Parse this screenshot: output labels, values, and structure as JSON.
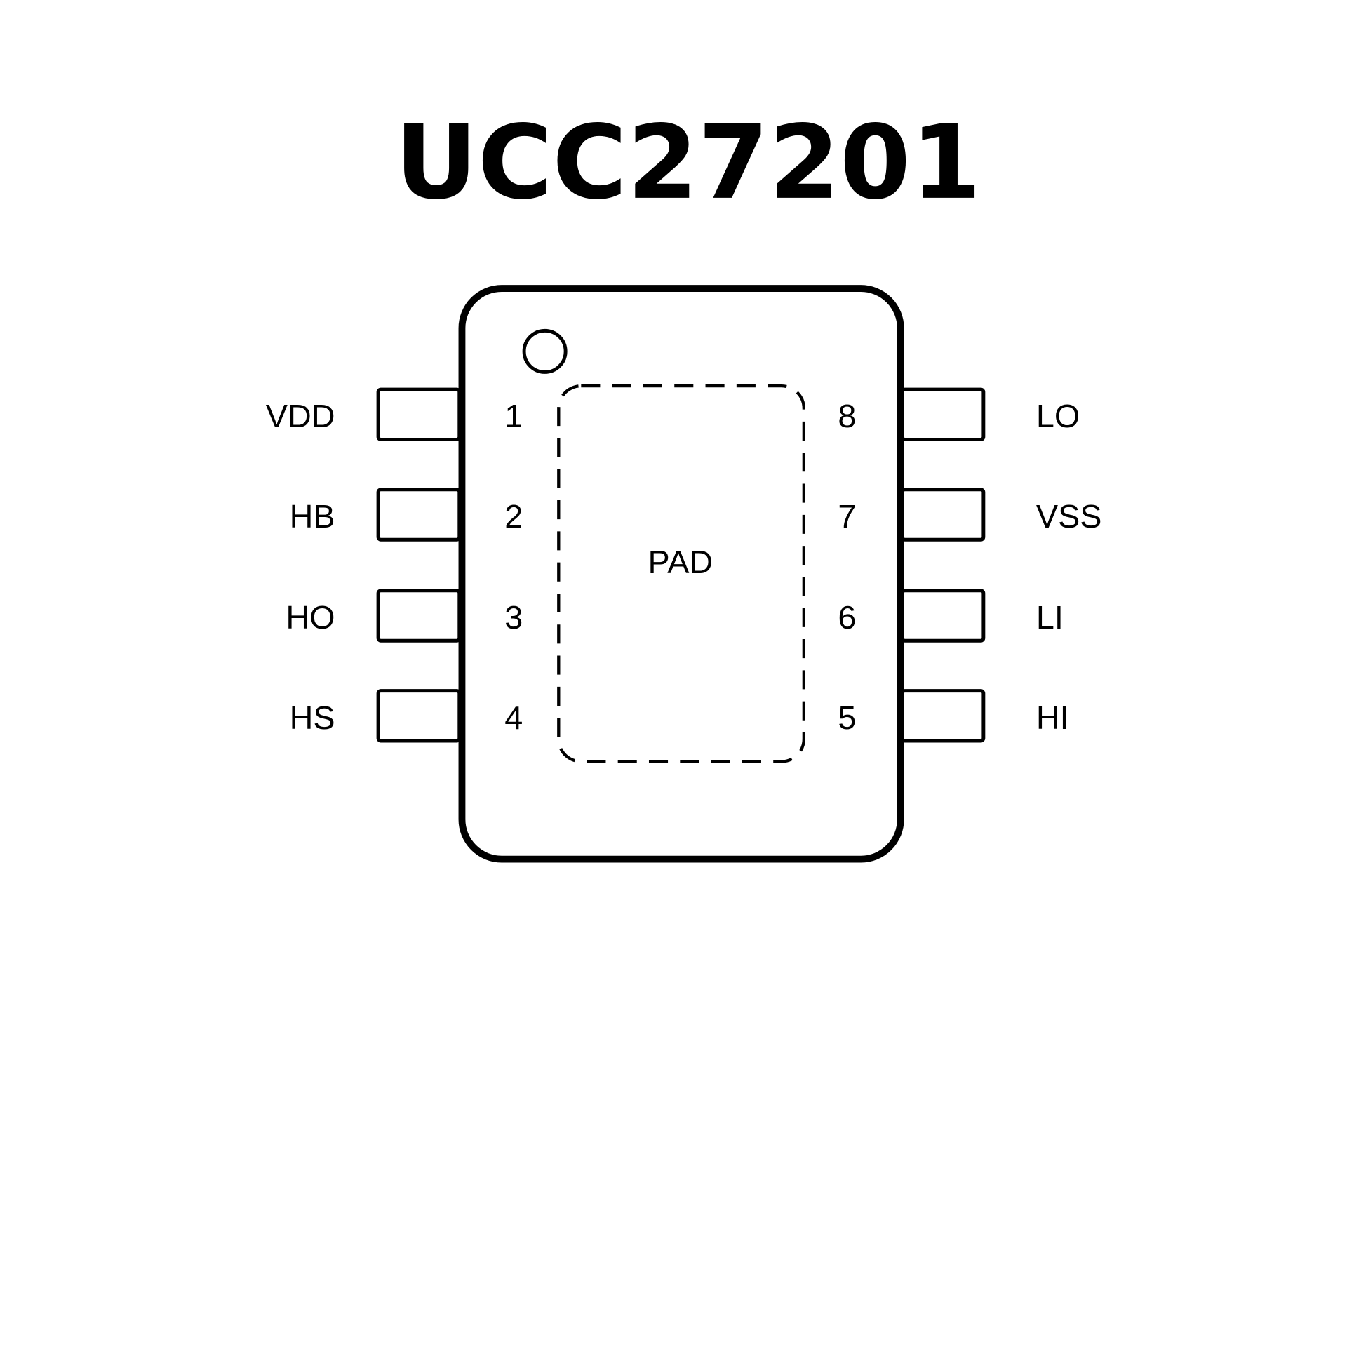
{
  "title": "UCC27201",
  "pad_label": "PAD",
  "pins_left": [
    {
      "number": "1",
      "name": "VDD"
    },
    {
      "number": "2",
      "name": "HB"
    },
    {
      "number": "3",
      "name": "HO"
    },
    {
      "number": "4",
      "name": "HS"
    }
  ],
  "pins_right": [
    {
      "number": "8",
      "name": "LO"
    },
    {
      "number": "7",
      "name": "VSS"
    },
    {
      "number": "6",
      "name": "LI"
    },
    {
      "number": "5",
      "name": "HI"
    }
  ]
}
